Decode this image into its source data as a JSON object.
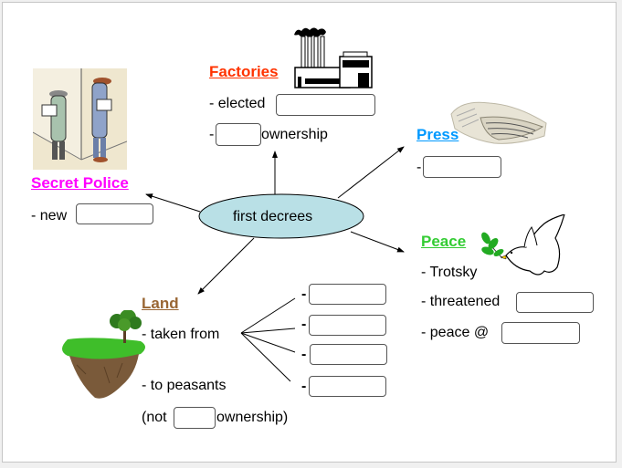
{
  "center": {
    "label": "first decrees",
    "fill": "#b9e0e6"
  },
  "factories": {
    "heading": "Factories",
    "color": "#ff3300",
    "line1_prefix": "- elected",
    "line2_prefix": "-",
    "line2_suffix": "ownership",
    "icon": "factory-icon"
  },
  "press": {
    "heading": "Press",
    "color": "#0099ff",
    "line1_prefix": "-",
    "icon": "newspaper-icon"
  },
  "secret_police": {
    "heading": "Secret Police",
    "color": "#ff00ff",
    "line1_prefix": "- new",
    "icon": "spies-icon"
  },
  "peace": {
    "heading": "Peace",
    "color": "#33cc33",
    "line1": "- Trotsky",
    "line2_prefix": "- threatened",
    "line3_prefix": "- peace @",
    "icon": "dove-icon"
  },
  "land": {
    "heading": "Land",
    "color": "#996633",
    "line1": "- taken from",
    "line2": "- to peasants",
    "line3_prefix": "(not",
    "line3_suffix": "ownership)",
    "branch_dashes": [
      "-",
      "-",
      "-",
      "-"
    ],
    "icon": "floating-island-icon"
  }
}
